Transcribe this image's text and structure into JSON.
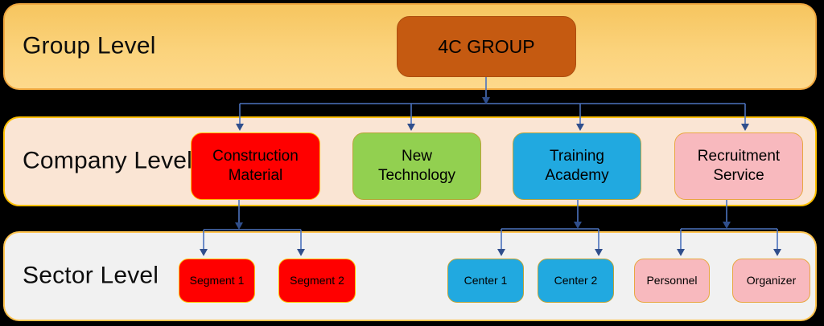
{
  "bands": [
    {
      "label": "Group Level"
    },
    {
      "label": "Company Level"
    },
    {
      "label": "Sector Level"
    }
  ],
  "nodes": {
    "group": {
      "label": "4C GROUP"
    },
    "company": [
      {
        "label": "Construction Material",
        "lines": [
          "Construction",
          "Material"
        ]
      },
      {
        "label": "New Technology",
        "lines": [
          "New",
          "Technology"
        ]
      },
      {
        "label": "Training Academy",
        "lines": [
          "Training",
          "Academy"
        ]
      },
      {
        "label": "Recruitment Service",
        "lines": [
          "Recruitment",
          "Service"
        ]
      }
    ],
    "sector": [
      {
        "label": "Segment 1"
      },
      {
        "label": "Segment 2"
      },
      {
        "label": "Center 1"
      },
      {
        "label": "Center 2"
      },
      {
        "label": "Personnel"
      },
      {
        "label": "Organizer"
      }
    ]
  },
  "hierarchy": {
    "root": "4C GROUP",
    "children": [
      {
        "name": "Construction Material",
        "children": [
          "Segment 1",
          "Segment 2"
        ]
      },
      {
        "name": "New Technology",
        "children": []
      },
      {
        "name": "Training Academy",
        "children": [
          "Center 1",
          "Center 2"
        ]
      },
      {
        "name": "Recruitment Service",
        "children": [
          "Personnel",
          "Organizer"
        ]
      }
    ]
  },
  "colors": {
    "background": "#000000",
    "group_band_fill_top": "#F6C55F",
    "group_band_fill_bottom": "#FDD98C",
    "company_band_fill": "#FAE5D4",
    "sector_band_fill": "#F1F1F1",
    "band_border_gold": "#FFC000",
    "group_node_fill": "#C55A11",
    "red_node_fill": "#FF0000",
    "green_node_fill": "#92D050",
    "blue_node_fill": "#21A9E0",
    "pink_node_fill": "#F8B9BE",
    "connector_line": "#4C72BE",
    "connector_arrow": "#2F4E8C"
  }
}
